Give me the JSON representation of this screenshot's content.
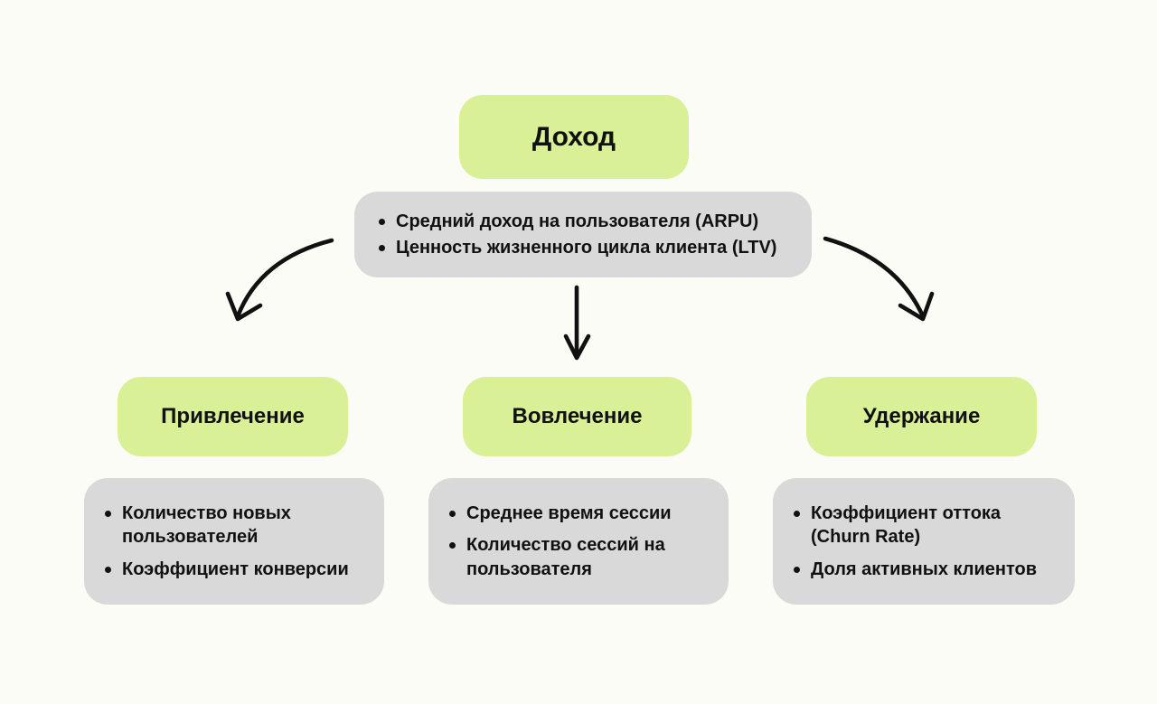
{
  "palette": {
    "green": "#d9f097",
    "gray": "#d9d9d9",
    "background": "#fcfcf7",
    "text": "#111111",
    "arrow": "#111111"
  },
  "root": {
    "label": "Доход",
    "metrics": [
      "Средний доход на пользователя (ARPU)",
      "Ценность жизненного цикла клиента (LTV)"
    ]
  },
  "branches": [
    {
      "label": "Привлечение",
      "metrics": [
        "Количество новых пользователей",
        "Коэффициент конверсии"
      ]
    },
    {
      "label": "Вовлечение",
      "metrics": [
        "Среднее время сессии",
        "Количество сессий на пользователя"
      ]
    },
    {
      "label": "Удержание",
      "metrics": [
        "Коэффициент оттока (Churn Rate)",
        "Доля активных клиентов"
      ]
    }
  ]
}
